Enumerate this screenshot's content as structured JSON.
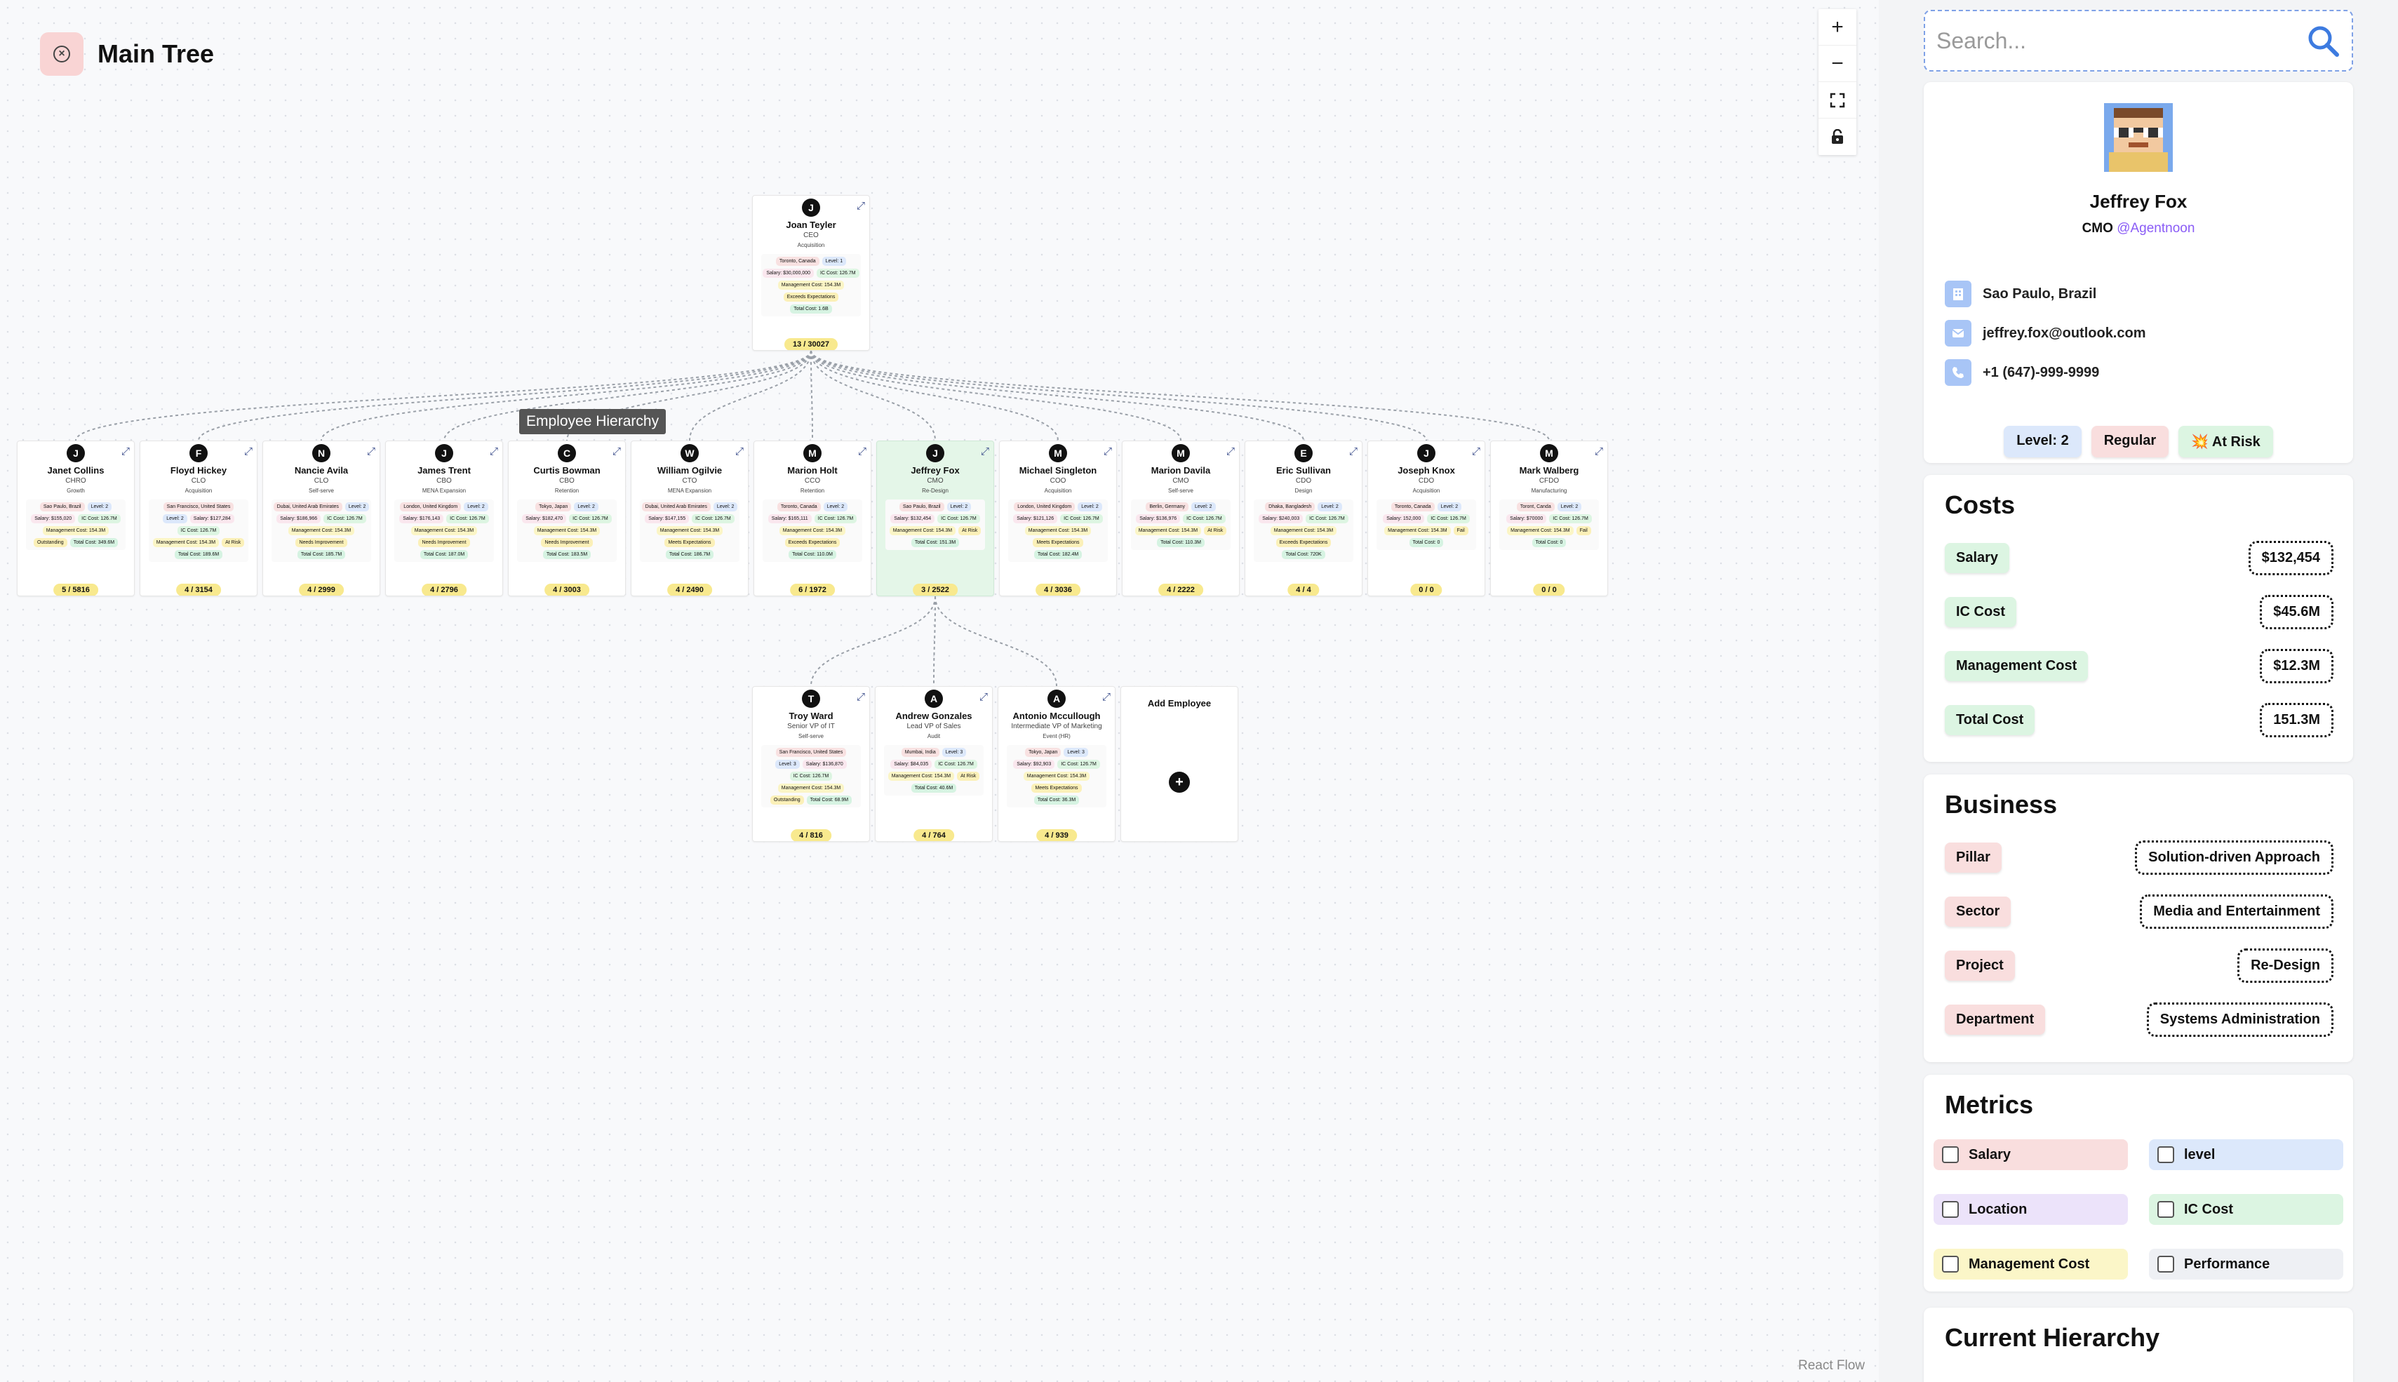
{
  "header": {
    "title": "Main Tree"
  },
  "controls": {
    "zoom_in": "+",
    "zoom_out": "−",
    "fit": "⛶",
    "lock": "🔒"
  },
  "tooltip": "Employee Hierarchy",
  "attribution": "React Flow",
  "root": {
    "letter": "J",
    "name": "Joan Teyler",
    "role": "CEO",
    "project": "Acquisition",
    "location": "Toronto, Canada",
    "level": "Level: 1",
    "salary": "Salary: $30,000,000",
    "ic_cost": "IC Cost: 126.7M",
    "mgmt_cost": "Management Cost: 154.3M",
    "performance": "Exceeds Expectations",
    "total_cost": "Total Cost: 1.6B",
    "count": "13 / 30027"
  },
  "level1": [
    {
      "letter": "J",
      "name": "Janet Collins",
      "role": "CHRO",
      "project": "Growth",
      "location": "Sao Paulo, Brazil",
      "level": "Level: 2",
      "salary": "Salary: $155,020",
      "ic_cost": "IC Cost: 126.7M",
      "mgmt_cost": "Management Cost: 154.3M",
      "performance": "Outstanding",
      "total_cost": "Total Cost: 349.6M",
      "count": "5 / 5816"
    },
    {
      "letter": "F",
      "name": "Floyd Hickey",
      "role": "CLO",
      "project": "Acquisition",
      "location": "San Francisco, United States",
      "level": "Level: 2",
      "salary": "Salary: $127,284",
      "ic_cost": "IC Cost: 126.7M",
      "mgmt_cost": "Management Cost: 154.3M",
      "performance": "At Risk",
      "total_cost": "Total Cost: 189.6M",
      "count": "4 / 3154"
    },
    {
      "letter": "N",
      "name": "Nancie Avila",
      "role": "CLO",
      "project": "Self-serve",
      "location": "Dubai, United Arab Emirates",
      "level": "Level: 2",
      "salary": "Salary: $186,966",
      "ic_cost": "IC Cost: 126.7M",
      "mgmt_cost": "Management Cost: 154.3M",
      "performance": "Needs Improvement",
      "total_cost": "Total Cost: 185.7M",
      "count": "4 / 2999"
    },
    {
      "letter": "J",
      "name": "James Trent",
      "role": "CBO",
      "project": "MENA Expansion",
      "location": "London, United Kingdom",
      "level": "Level: 2",
      "salary": "Salary: $176,143",
      "ic_cost": "IC Cost: 126.7M",
      "mgmt_cost": "Management Cost: 154.3M",
      "performance": "Needs Improvement",
      "total_cost": "Total Cost: 187.0M",
      "count": "4 / 2796"
    },
    {
      "letter": "C",
      "name": "Curtis Bowman",
      "role": "CBO",
      "project": "Retention",
      "location": "Tokyo, Japan",
      "level": "Level: 2",
      "salary": "Salary: $182,470",
      "ic_cost": "IC Cost: 126.7M",
      "mgmt_cost": "Management Cost: 154.3M",
      "performance": "Needs Improvement",
      "total_cost": "Total Cost: 183.5M",
      "count": "4 / 3003"
    },
    {
      "letter": "W",
      "name": "William Ogilvie",
      "role": "CTO",
      "project": "MENA Expansion",
      "location": "Dubai, United Arab Emirates",
      "level": "Level: 2",
      "salary": "Salary: $147,155",
      "ic_cost": "IC Cost: 126.7M",
      "mgmt_cost": "Management Cost: 154.3M",
      "performance": "Meets Expectations",
      "total_cost": "Total Cost: 186.7M",
      "count": "4 / 2490"
    },
    {
      "letter": "M",
      "name": "Marion Holt",
      "role": "CCO",
      "project": "Retention",
      "location": "Toronto, Canada",
      "level": "Level: 2",
      "salary": "Salary: $165,111",
      "ic_cost": "IC Cost: 126.7M",
      "mgmt_cost": "Management Cost: 154.3M",
      "performance": "Exceeds Expectations",
      "total_cost": "Total Cost: 110.0M",
      "count": "6 / 1972"
    },
    {
      "letter": "J",
      "name": "Jeffrey Fox",
      "role": "CMO",
      "project": "Re-Design",
      "location": "Sao Paulo, Brazil",
      "level": "Level: 2",
      "salary": "Salary: $132,454",
      "ic_cost": "IC Cost: 126.7M",
      "mgmt_cost": "Management Cost: 154.3M",
      "performance": "At Risk",
      "total_cost": "Total Cost: 151.3M",
      "count": "3 / 2522",
      "active": true
    },
    {
      "letter": "M",
      "name": "Michael Singleton",
      "role": "COO",
      "project": "Acquisition",
      "location": "London, United Kingdom",
      "level": "Level: 2",
      "salary": "Salary: $121,126",
      "ic_cost": "IC Cost: 126.7M",
      "mgmt_cost": "Management Cost: 154.3M",
      "performance": "Meets Expectations",
      "total_cost": "Total Cost: 182.4M",
      "count": "4 / 3036"
    },
    {
      "letter": "M",
      "name": "Marion Davila",
      "role": "CMO",
      "project": "Self-serve",
      "location": "Berlin, Germany",
      "level": "Level: 2",
      "salary": "Salary: $136,976",
      "ic_cost": "IC Cost: 126.7M",
      "mgmt_cost": "Management Cost: 154.3M",
      "performance": "At Risk",
      "total_cost": "Total Cost: 110.3M",
      "count": "4 / 2222"
    },
    {
      "letter": "E",
      "name": "Eric Sullivan",
      "role": "CDO",
      "project": "Design",
      "location": "Dhaka, Bangladesh",
      "level": "Level: 2",
      "salary": "Salary: $240,003",
      "ic_cost": "IC Cost: 126.7M",
      "mgmt_cost": "Management Cost: 154.3M",
      "performance": "Exceeds Expectations",
      "total_cost": "Total Cost: 720K",
      "count": "4 / 4"
    },
    {
      "letter": "J",
      "name": "Joseph Knox",
      "role": "CDO",
      "project": "Acquisition",
      "location": "Toronto, Canada",
      "level": "Level: 2",
      "salary": "Salary: 152,000",
      "ic_cost": "IC Cost: 126.7M",
      "mgmt_cost": "Management Cost: 154.3M",
      "performance": "Fail",
      "total_cost": "Total Cost: 0",
      "count": "0 / 0"
    },
    {
      "letter": "M",
      "name": "Mark Walberg",
      "role": "CFDO",
      "project": "Manufacturing",
      "location": "Toront, Canda",
      "level": "Level: 2",
      "salary": "Salary: $70000",
      "ic_cost": "IC Cost: 126.7M",
      "mgmt_cost": "Management Cost: 154.3M",
      "performance": "Fail",
      "total_cost": "Total Cost: 0",
      "count": "0 / 0"
    }
  ],
  "level2": [
    {
      "letter": "T",
      "name": "Troy Ward",
      "role": "Senior VP of IT",
      "project": "Self-serve",
      "location": "San Francisco, United States",
      "level": "Level: 3",
      "salary": "Salary: $136,870",
      "ic_cost": "IC Cost: 126.7M",
      "mgmt_cost": "Management Cost: 154.3M",
      "performance": "Outstanding",
      "total_cost": "Total Cost: 68.9M",
      "count": "4 / 816"
    },
    {
      "letter": "A",
      "name": "Andrew Gonzales",
      "role": "Lead VP of Sales",
      "project": "Audit",
      "location": "Mumbai, India",
      "level": "Level: 3",
      "salary": "Salary: $84,035",
      "ic_cost": "IC Cost: 126.7M",
      "mgmt_cost": "Management Cost: 154.3M",
      "performance": "At Risk",
      "total_cost": "Total Cost: 40.6M",
      "count": "4 / 764"
    },
    {
      "letter": "A",
      "name": "Antonio Mccullough",
      "role": "Intermediate VP of Marketing",
      "project": "Event (HR)",
      "location": "Tokyo, Japan",
      "level": "Level: 3",
      "salary": "Salary: $92,903",
      "ic_cost": "IC Cost: 126.7M",
      "mgmt_cost": "Management Cost: 154.3M",
      "performance": "Meets Expectations",
      "total_cost": "Total Cost: 36.3M",
      "count": "4 / 939"
    }
  ],
  "add_employee": {
    "title": "Add Employee",
    "plus": "+"
  },
  "search": {
    "placeholder": "Search..."
  },
  "profile": {
    "name": "Jeffrey Fox",
    "role": "CMO",
    "handle": "@Agentnoon",
    "location": "Sao Paulo, Brazil",
    "email": "jeffrey.fox@outlook.com",
    "phone": "+1 (647)-999-9999",
    "badges": [
      "Level: 2",
      "Regular",
      "💥 At Risk"
    ]
  },
  "costs": {
    "title": "Costs",
    "rows": [
      {
        "label": "Salary",
        "value": "$132,454"
      },
      {
        "label": "IC Cost",
        "value": "$45.6M"
      },
      {
        "label": "Management Cost",
        "value": "$12.3M"
      },
      {
        "label": "Total Cost",
        "value": "151.3M"
      }
    ]
  },
  "business": {
    "title": "Business",
    "rows": [
      {
        "label": "Pillar",
        "value": "Solution-driven Approach"
      },
      {
        "label": "Sector",
        "value": "Media and Entertainment"
      },
      {
        "label": "Project",
        "value": "Re-Design"
      },
      {
        "label": "Department",
        "value": "Systems Administration"
      }
    ]
  },
  "metrics": {
    "title": "Metrics",
    "items": [
      "Salary",
      "level",
      "Location",
      "IC Cost",
      "Management Cost",
      "Performance"
    ]
  },
  "hierarchy": {
    "title": "Current Hierarchy"
  }
}
